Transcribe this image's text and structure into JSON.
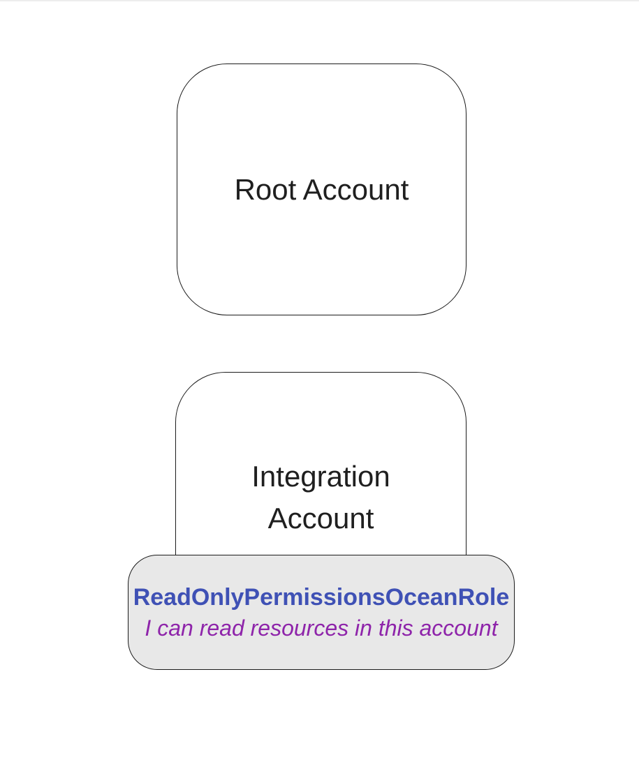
{
  "diagram": {
    "nodes": {
      "root_account": {
        "label": "Root Account"
      },
      "integration_account": {
        "lines": [
          "Integration",
          "Account"
        ]
      }
    },
    "role_badge": {
      "name": "ReadOnlyPermissionsOceanRole",
      "description": "I can read resources in this account",
      "name_color": "#3f51b5",
      "description_color": "#8e24aa",
      "fill": "#e8e8e8",
      "border_color": "#1b1b1b"
    },
    "node_style": {
      "fill": "#ffffff",
      "border_color": "#1b1b1b",
      "text_color": "#1f1f1f"
    }
  }
}
